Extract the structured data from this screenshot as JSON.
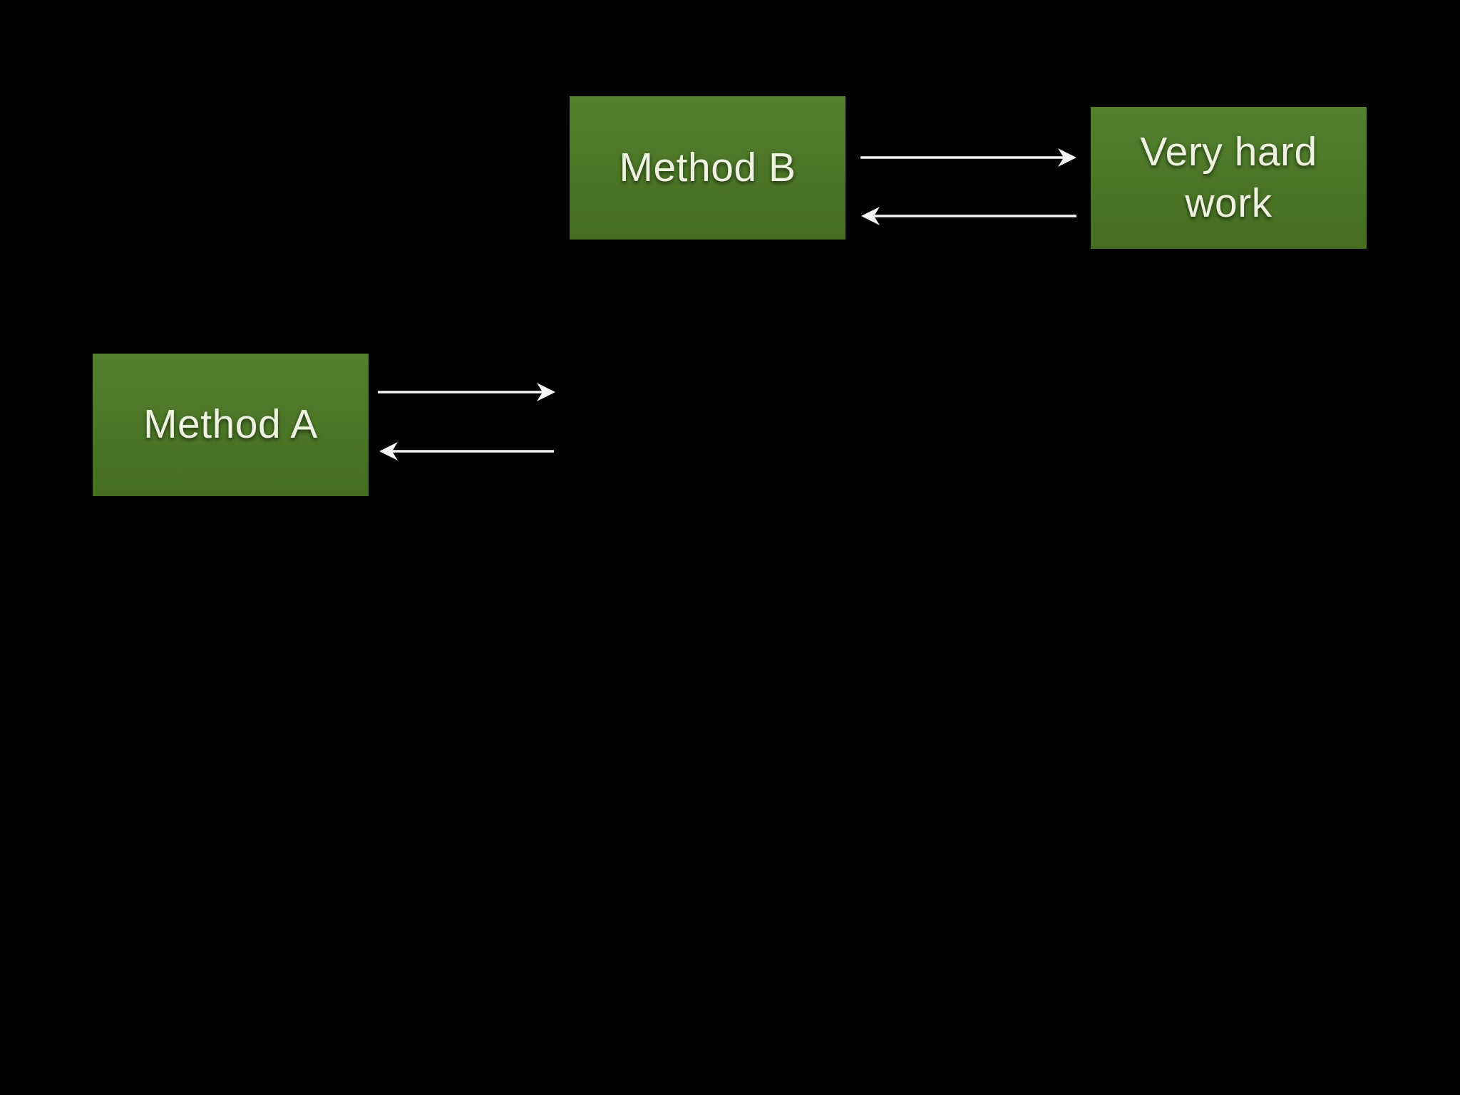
{
  "slide": {
    "background": "#000000",
    "colors": {
      "background": "#000000",
      "box_green_top": "#52802e",
      "box_green_bottom": "#456e20",
      "box_text": "#eef2e0",
      "arrow": "#f5f5f5"
    },
    "nodes": [
      {
        "id": "method-b",
        "label": "Method B"
      },
      {
        "id": "very-hard-work",
        "label": "Very hard\nwork"
      },
      {
        "id": "method-a",
        "label": "Method A"
      }
    ],
    "arrows": [
      {
        "id": "method-b-to-very-hard-work",
        "direction": "right",
        "from": "method-b",
        "to": "very-hard-work"
      },
      {
        "id": "very-hard-work-to-method-b",
        "direction": "left",
        "from": "very-hard-work",
        "to": "method-b"
      },
      {
        "id": "method-a-outgoing-call",
        "direction": "right",
        "from": "method-a",
        "to": ""
      },
      {
        "id": "method-a-incoming-return",
        "direction": "left",
        "from": "",
        "to": "method-a"
      }
    ]
  }
}
